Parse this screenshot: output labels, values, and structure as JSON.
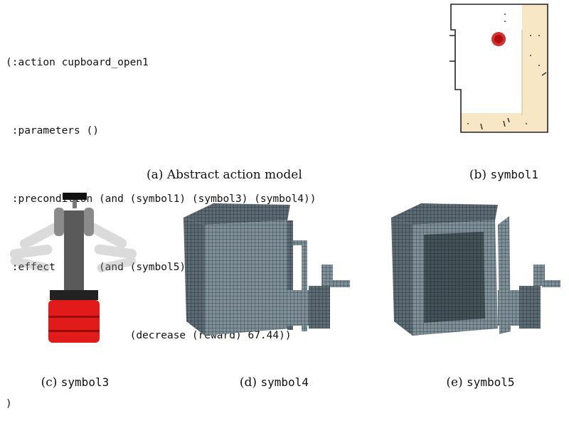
{
  "code": {
    "lines": [
      "(:action cupboard_open1",
      " :parameters ()",
      " :precondition (and (symbol1) (symbol3) (symbol4))",
      " :effect       (and (symbol5) (not (symbol4))",
      "                    (decrease (reward) 67.44))",
      ")"
    ]
  },
  "captions": {
    "a": {
      "label": "(a)",
      "text": "Abstract action model"
    },
    "b": {
      "label": "(b)",
      "text": "symbol1"
    },
    "c": {
      "label": "(c)",
      "text": "symbol3"
    },
    "d": {
      "label": "(d)",
      "text": "symbol4"
    },
    "e": {
      "label": "(e)",
      "text": "symbol5"
    }
  },
  "colors": {
    "map_highlight": "#f7e7c4",
    "map_wall": "#222222",
    "marker": "#d01818",
    "robot_base": "#e11a1a",
    "robot_body": "#555555",
    "voxel": "#8a9aa2"
  }
}
